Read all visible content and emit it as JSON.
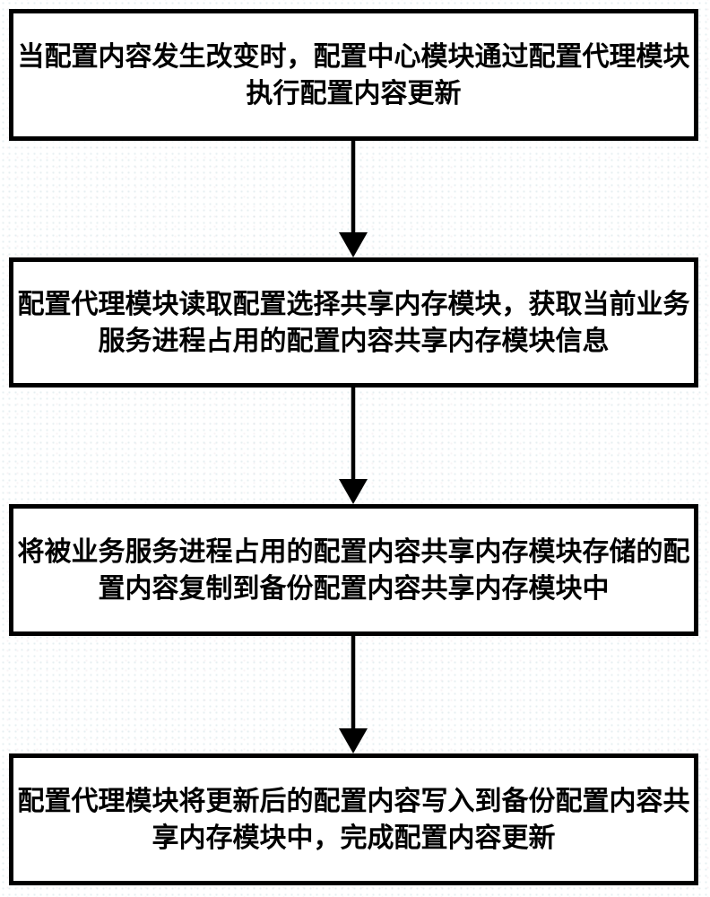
{
  "flowchart": {
    "type": "process-flow",
    "direction": "top-to-bottom",
    "steps": [
      {
        "text": "当配置内容发生改变时，配置中心模块通过配置代理模块执行配置内容更新",
        "lines": [
          "当配置内容发生改变时，配置中心模块通过配置代理模块",
          "执行配置内容更新"
        ]
      },
      {
        "text": "配置代理模块读取配置选择共享内存模块，获取当前业务服务进程占用的配置内容共享内存模块信息",
        "lines": [
          "配置代理模块读取配置选择共享内存模块，获取当前业务",
          "服务进程占用的配置内容共享内存模块信息"
        ]
      },
      {
        "text": "将被业务服务进程占用的配置内容共享内存模块存储的配置内容复制到备份配置内容共享内存模块中",
        "lines": [
          "将被业务服务进程占用的配置内容共享内存模块存储的配",
          "置内容复制到备份配置内容共享内存模块中"
        ]
      },
      {
        "text": "配置代理模块将更新后的配置内容写入到备份配置内容共享内存模块中，完成配置内容更新",
        "lines": [
          "配置代理模块将更新后的配置内容写入到备份配置内容共",
          "享内存模块中，完成配置内容更新"
        ]
      }
    ],
    "connectors": [
      {
        "from": 1,
        "to": 2,
        "icon": "down-arrow"
      },
      {
        "from": 2,
        "to": 3,
        "icon": "down-arrow"
      },
      {
        "from": 3,
        "to": 4,
        "icon": "down-arrow"
      }
    ],
    "colors": {
      "background": "#ffffff",
      "box_border": "#000000",
      "box_fill": "#ffffff",
      "text": "#000000",
      "arrow": "#000000"
    }
  }
}
